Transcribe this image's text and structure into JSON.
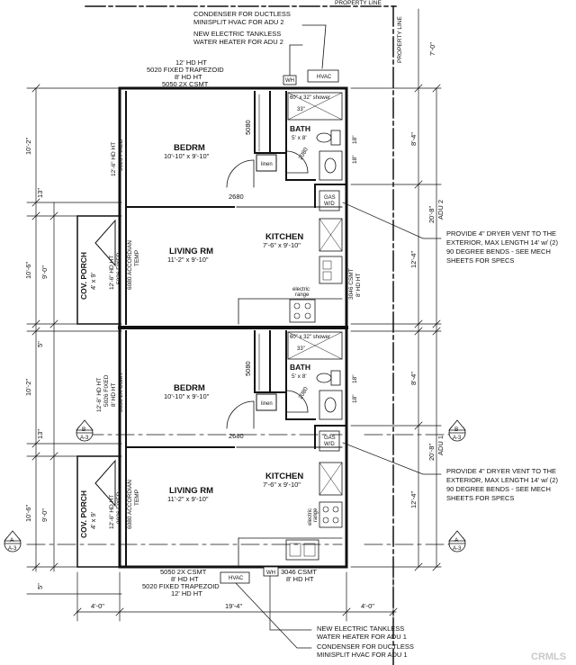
{
  "top": {
    "property_line": "PROPERTY LINE",
    "condenser_l1": "CONDENSER FOR DUCTLESS",
    "condenser_l2": "MINISPLIT HVAC FOR ADU 2",
    "water_l1": "NEW ELECTRIC TANKLESS",
    "water_l2": "WATER HEATER FOR ADU 2",
    "window_l1": "12' HD HT",
    "window_l2": "5020 FIXED TRAPEZOID",
    "window_l3": "8' HD HT",
    "window_l4": "5050 2X CSMT",
    "wh_tag": "WH",
    "hvac_tag": "HVAC"
  },
  "right": {
    "property_line_vertical": "PROPERTY LINE",
    "setback": "7'-0\"",
    "adu2_upper": "8'-4\"",
    "adu2_total": "20'-8\"",
    "adu2_label": "ADU 2",
    "adu2_lower": "12'-4\"",
    "dryer_note_lines": [
      "PROVIDE 4\" DRYER VENT TO THE",
      "EXTERIOR, MAX LENGTH 14' w/ (2)",
      "90 DEGREE BENDS - SEE MECH",
      "SHEETS FOR SPECS"
    ],
    "adu1_upper": "8'-4\"",
    "adu1_total": "20'-8\"",
    "adu1_label": "ADU 1",
    "adu1_lower": "12'-4\"",
    "dryer_note2_lines": [
      "PROVIDE 4\" DRYER VENT TO THE",
      "EXTERIOR, MAX LENGTH 14' w/ (2)",
      "90 DEGREE BENDS - SEE MECH",
      "SHEETS FOR SPECS"
    ]
  },
  "left": {
    "d_10_2_upper": "10'-2\"",
    "d_13_upper": "13\"",
    "d_10_6_upper": "10'-6\"",
    "d_9_0_upper": "9'-0\"",
    "d_5_mid": "5\"",
    "d_10_2_lower": "10'-2\"",
    "d_13_lower": "13\"",
    "d_10_6_lower": "10'-6\"",
    "d_9_0_lower": "9'-0\"",
    "d_5_bottom": "5\""
  },
  "adu2": {
    "bed_window_l1": "12'-6\" HD HT",
    "bed_window_l2": "5026 FIXED",
    "bedroom_name": "BEDRM",
    "bedroom_dim": "10'-10\" x 9'-10\"",
    "window_5080": "5080",
    "shower": "60\" x 32\" shower",
    "dim_33": "33\"",
    "bath_name": "BATH",
    "bath_dim": "5' x 8'",
    "linen": "linen",
    "door_2080": "2080",
    "door_2680": "2680",
    "gas_wd_l1": "GAS",
    "gas_wd_l2": "W/D",
    "porch_name": "COV. PORCH",
    "porch_dim": "4' x 9'",
    "liv_window_l1": "12'-6\" HD HT",
    "liv_window_l2": "5026 FIXED",
    "accordion_l1": "6080 ACCORDIAN",
    "accordion_l2": "TEMP",
    "living_name": "LIVING RM",
    "living_dim": "11'-2\" x 9'-10\"",
    "kitchen_name": "KITCHEN",
    "kitchen_dim": "7'-6\" x 9'-10\"",
    "kit_window_l1": "3046 CSMT",
    "kit_window_l2": "8' HD HT",
    "range_l1": "electric",
    "range_l2": "range",
    "dim_18": "18\""
  },
  "adu1": {
    "bed_window_l1": "12'-6\" HD HT",
    "bed_window_l2": "5026 FIXED",
    "bed_window_l3": "8' HD HT",
    "bed_window_l4": "5050 2X CSMT",
    "bedroom_name": "BEDRM",
    "bedroom_dim": "10'-10\" x 9'-10\"",
    "window_5080": "5080",
    "shower": "60\" x 32\" shower",
    "dim_33": "33\"",
    "bath_name": "BATH",
    "bath_dim": "5' x 8'",
    "linen": "linen",
    "door_2080": "2080",
    "door_2680": "2680",
    "gas_wd_l1": "GAS",
    "gas_wd_l2": "W/D",
    "porch_name": "COV. PORCH",
    "porch_dim": "4' x 9'",
    "liv_window_l1": "12'-6\" HD HT",
    "liv_window_l2": "8026 FIXED",
    "accordion_l1": "6080 ACCORDIAN",
    "accordion_l2": "TEMP",
    "living_name": "LIVING RM",
    "living_dim": "11'-2\" x 9'-10\"",
    "kitchen_name": "KITCHEN",
    "kitchen_dim": "7'-6\" x 9'-10\"",
    "range_l1": "electric",
    "range_l2": "range",
    "dim_18": "18\""
  },
  "sections": {
    "b_letter": "B",
    "b_sheet": "A-3",
    "a_letter": "A",
    "a_sheet": "A-3"
  },
  "bottom": {
    "window_l1": "5050 2X CSMT",
    "window_l2": "8' HD HT",
    "window_l3": "5020 FIXED TRAPEZOID",
    "window_l4": "12' HD HT",
    "hvac_tag": "HVAC",
    "wh_tag": "WH",
    "kit_window_l1": "3046 CSMT",
    "kit_window_l2": "8' HD HT",
    "dim_left": "4'-0\"",
    "dim_center": "19'-4\"",
    "dim_right": "4'-0\"",
    "water_l1": "NEW ELECTRIC TANKLESS",
    "water_l2": "WATER HEATER FOR ADU 1",
    "condenser_l1": "CONDENSER FOR DUCTLESS",
    "condenser_l2": "MINISPLIT HVAC FOR ADU 1",
    "watermark": "CRMLS"
  }
}
